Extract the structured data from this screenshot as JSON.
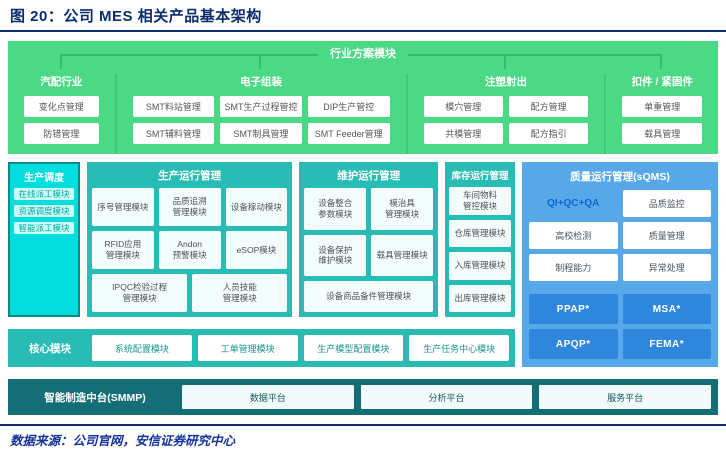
{
  "figure": {
    "title": "图 20：公司 MES 相关产品基本架构",
    "source": "数据来源：公司官网，安信证券研究中心"
  },
  "colors": {
    "navy": "#0b2d6e",
    "green": "#4bd985",
    "teal": "#29bcb5",
    "cyan": "#04dddd",
    "blue_block": "#58a8e9",
    "blue_button": "#2e87dd",
    "dark_teal": "#136f75"
  },
  "industry": {
    "title": "行业方案模块",
    "categories": [
      {
        "label": "汽配行业",
        "rows": [
          [
            "变化点管理"
          ],
          [
            "防错管理"
          ]
        ]
      },
      {
        "label": "电子组装",
        "rows": [
          [
            "SMT料站管理",
            "SMT生产过程管控",
            "DIP生产管控"
          ],
          [
            "SMT辅料管理",
            "SMT制具管理",
            "SMT Feeder管理"
          ]
        ]
      },
      {
        "label": "注塑射出",
        "rows": [
          [
            "模穴管理",
            "配方管理"
          ],
          [
            "共模管理",
            "配方指引"
          ]
        ]
      },
      {
        "label": "扣件 / 紧固件",
        "rows": [
          [
            "单重管理"
          ],
          [
            "载具管理"
          ]
        ]
      }
    ]
  },
  "scheduling": {
    "title": "生产调度",
    "items": [
      "在线派工模块",
      "资源调度模块",
      "智能派工模块"
    ]
  },
  "production": {
    "title": "生产运行管理",
    "rows": [
      [
        "序号管理模块",
        "品质追溯\n管理模块",
        "设备稼动模块"
      ],
      [
        "RFID应用\n管理模块",
        "Andon\n预警模块",
        "eSOP模块"
      ],
      [
        "IPQC检验过程\n管理模块",
        "人员技能\n管理模块"
      ]
    ]
  },
  "maintenance": {
    "title": "维护运行管理",
    "rows": [
      [
        "设备整合\n参数模块",
        "模治具\n管理模块"
      ],
      [
        "设备保护\n维护模块",
        "载具管理模块"
      ],
      [
        "设备商品备件管理模块"
      ]
    ]
  },
  "inventory": {
    "title": "库存运行管理",
    "items": [
      "车间物料\n管控模块",
      "仓库管理模块",
      "入库管理模块",
      "出库管理模块"
    ]
  },
  "quality": {
    "title": "质量运行管理(sQMS)",
    "highlight": "QI+QC+QA",
    "items": [
      "品质监控",
      "高校检测",
      "质量管理",
      "制程能力",
      "异常处理"
    ],
    "programs": [
      "PPAP*",
      "MSA*",
      "APQP*",
      "FEMA*"
    ]
  },
  "core": {
    "label": "核心模块",
    "items": [
      "系统配置模块",
      "工单管理模块",
      "生产模型配置模块",
      "生产任务中心模块"
    ]
  },
  "platform": {
    "label": "智能制造中台(SMMP)",
    "items": [
      "数据平台",
      "分析平台",
      "服务平台"
    ]
  }
}
